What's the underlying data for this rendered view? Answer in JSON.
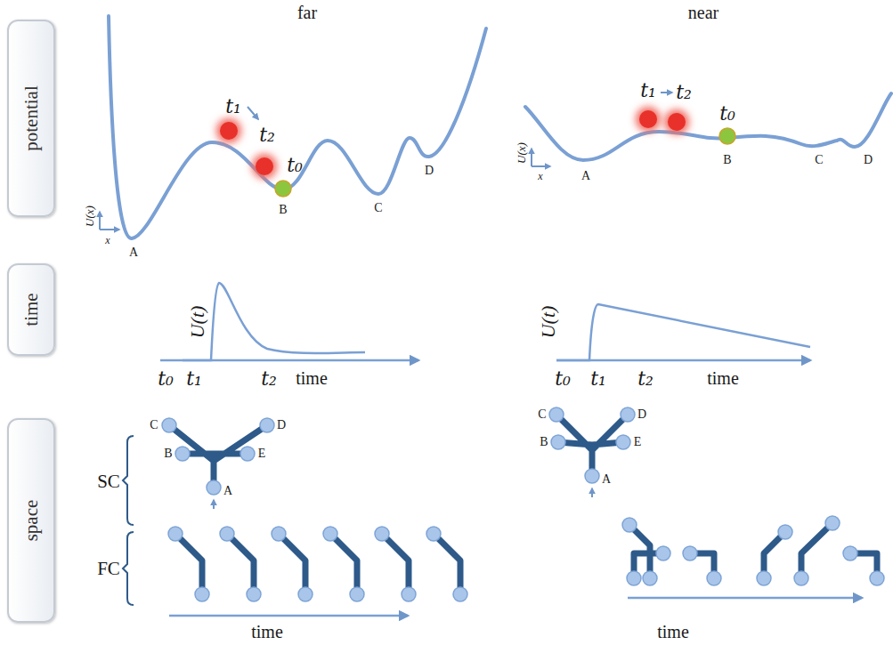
{
  "diagram": {
    "nodes": [
      {
        "text": [
          "potential"
        ]
      },
      {
        "text": [
          "time"
        ]
      },
      {
        "text": [
          "space"
        ]
      }
    ],
    "labels": [
      "far",
      "near",
      "t₁",
      "t₂",
      "t₀",
      "A",
      "B",
      "C",
      "D",
      "U(x)",
      "x",
      "t₁",
      "t₂",
      "t₀",
      "A",
      "B",
      "C",
      "D",
      "U(x)",
      "x",
      "U(t)",
      "t₀",
      "t₁",
      "t₂",
      "time",
      "U(t)",
      "t₀",
      "t₁",
      "t₂",
      "time",
      "SC",
      "FC",
      "C",
      "D",
      "B",
      "E",
      "A",
      "C",
      "D",
      "B",
      "E",
      "A",
      "time",
      "time"
    ]
  }
}
